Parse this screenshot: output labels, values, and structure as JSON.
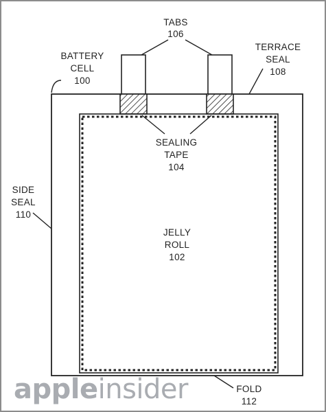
{
  "labels": {
    "tabs": {
      "line1": "TABS",
      "line2": "106"
    },
    "battery_cell": {
      "line1": "BATTERY",
      "line2": "CELL",
      "line3": "100"
    },
    "terrace_seal": {
      "line1": "TERRACE",
      "line2": "SEAL",
      "line3": "108"
    },
    "sealing_tape": {
      "line1": "SEALING",
      "line2": "TAPE",
      "line3": "104"
    },
    "side_seal": {
      "line1": "SIDE",
      "line2": "SEAL",
      "line3": "110"
    },
    "jelly_roll": {
      "line1": "JELLY",
      "line2": "ROLL",
      "line3": "102"
    },
    "fold": {
      "line1": "FOLD",
      "line2": "112"
    }
  },
  "watermark": {
    "part1": "apple",
    "part2": "insider"
  },
  "colors": {
    "line": "#222222",
    "frame": "#8c8c8c",
    "watermark": "#a2a6ab",
    "background": "#ffffff"
  }
}
